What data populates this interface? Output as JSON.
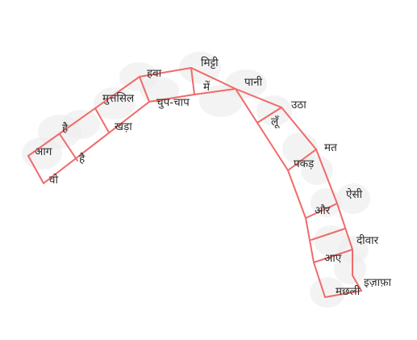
{
  "diagram": {
    "type": "word-ladder",
    "pairs": [
      {
        "outer": "आग",
        "inner": "वो"
      },
      {
        "outer": "है",
        "inner": "है"
      },
      {
        "outer": "मुत्तसिल",
        "inner": "खड़ा"
      },
      {
        "outer": "हवा",
        "inner": "चुप-चाप"
      },
      {
        "outer": "मिट्टी",
        "inner": "में"
      },
      {
        "outer": "पानी",
        "inner": ""
      },
      {
        "outer": "उठा",
        "inner": "लूँ"
      },
      {
        "outer": "मत",
        "inner": "पकड़"
      },
      {
        "outer": "ऐसी",
        "inner": "और"
      },
      {
        "outer": "दीवार",
        "inner": "आए"
      },
      {
        "outer": "इज़ाफ़ा",
        "inner": "मछली"
      }
    ],
    "colors": {
      "ribbon": "#f06a6a",
      "blob": "#ececec",
      "text": "#2a2a2a"
    }
  }
}
